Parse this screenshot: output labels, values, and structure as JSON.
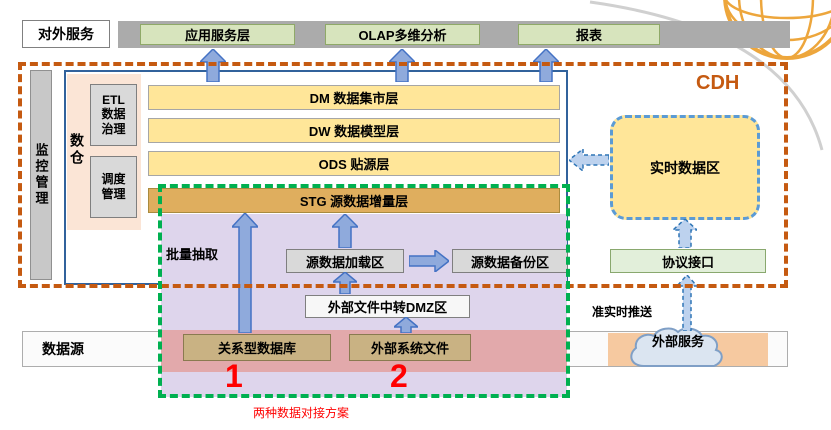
{
  "colors": {
    "cdh_border": "#c55a11",
    "scheme_border": "#00b050",
    "warehouse_border": "#31629c",
    "arrow_fill": "#8faadc",
    "layer_yellow": "#ffe699",
    "highlight_red": "#ff0000"
  },
  "top_bar": {
    "label": "对外服务",
    "services": [
      {
        "label": "应用服务层"
      },
      {
        "label": "OLAP多维分析"
      },
      {
        "label": "报表"
      }
    ]
  },
  "cdh_label": "CDH",
  "monitor_label": "监控管理",
  "warehouse": {
    "side_label": "数仓",
    "etl_en": "ETL",
    "etl_zh": "数据治理",
    "sched_label": "调度管理",
    "layers": [
      {
        "label": "DM 数据集市层"
      },
      {
        "label": "DW 数据模型层"
      },
      {
        "label": "ODS 贴源层"
      },
      {
        "label": "STG 源数据增量层"
      }
    ]
  },
  "ingest": {
    "batch_label": "批量抽取",
    "load_area": "源数据加载区",
    "backup_area": "源数据备份区",
    "dmz": "外部文件中转DMZ区",
    "rdbms": "关系型数据库",
    "ext_files": "外部系统文件",
    "num1": "1",
    "num2": "2",
    "caption": "两种数据对接方案"
  },
  "realtime": {
    "area_label": "实时数据区",
    "protocol_label": "协议接口",
    "push_label": "准实时推送",
    "external_service": "外部服务"
  },
  "datasource_label": "数据源"
}
